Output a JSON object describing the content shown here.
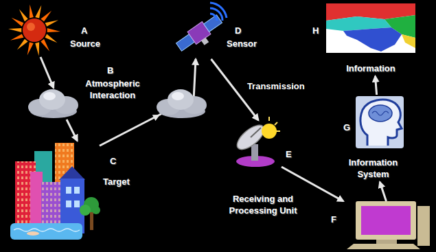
{
  "diagram": {
    "nodes": [
      {
        "text": [
          "A",
          "Source"
        ]
      },
      {
        "text": [
          "B",
          "Atmospheric Interaction"
        ]
      },
      {
        "text": [
          "C",
          "Target"
        ]
      },
      {
        "text": [
          "D",
          "Sensor"
        ]
      },
      {
        "text": [
          "E",
          "Receiving and Processing Unit"
        ]
      },
      {
        "text": [
          "F"
        ]
      },
      {
        "text": [
          "G",
          "Information System"
        ]
      },
      {
        "text": [
          "H",
          "Information"
        ]
      }
    ],
    "edges": [
      {
        "from": 0,
        "to": 1,
        "arrow": "to"
      },
      {
        "from": 1,
        "to": 2,
        "arrow": "to"
      },
      {
        "from": 2,
        "to": 3,
        "arrow": "to"
      },
      {
        "from": 3,
        "to": 4,
        "label": "Transmission",
        "arrow": "to"
      },
      {
        "from": 4,
        "to": 5,
        "arrow": "to"
      },
      {
        "from": 5,
        "to": 6,
        "arrow": "to"
      },
      {
        "from": 6,
        "to": 7,
        "arrow": "to"
      }
    ]
  }
}
